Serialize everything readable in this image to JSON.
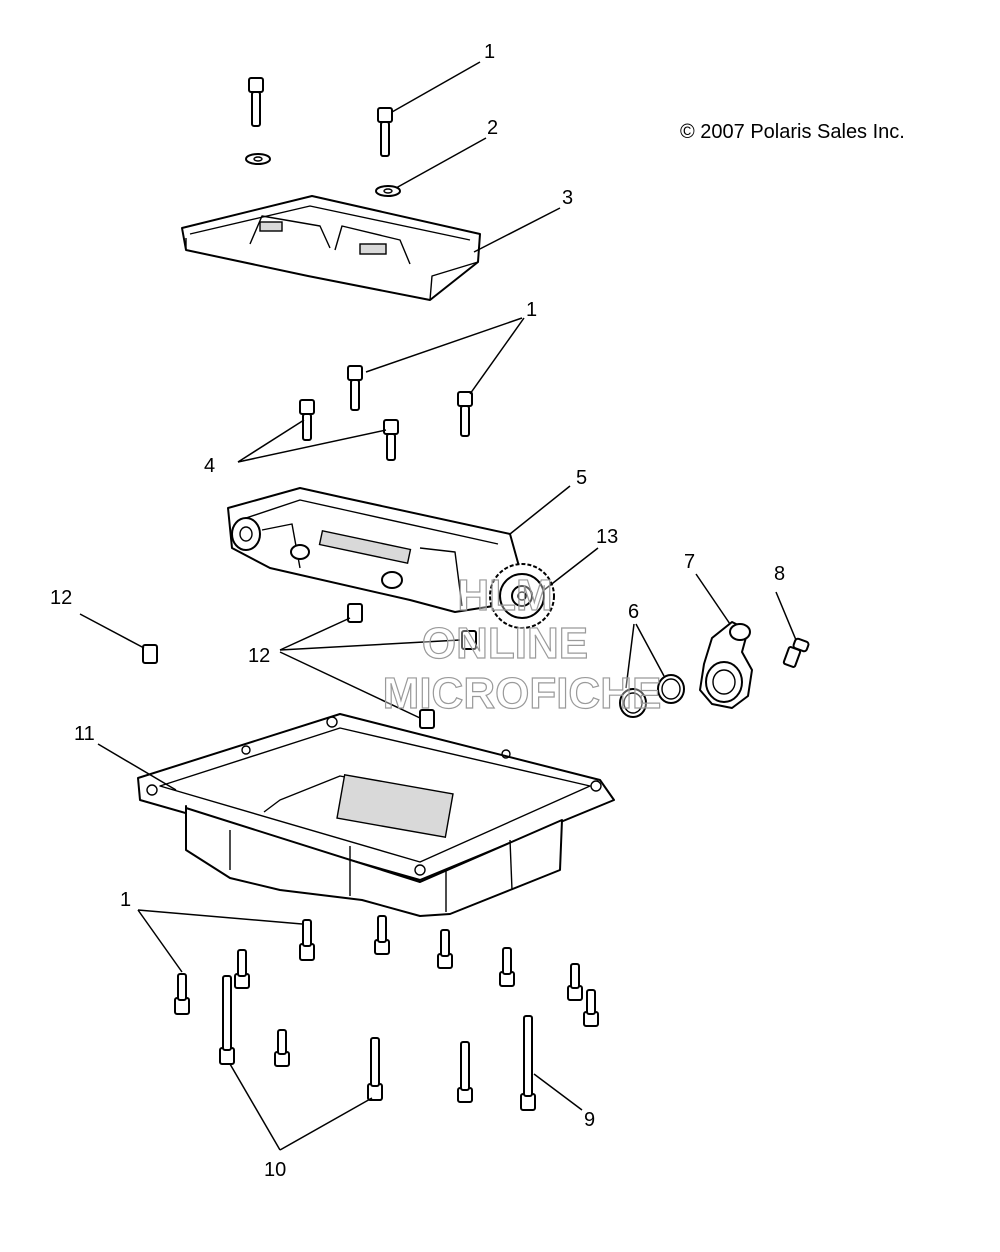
{
  "copyright": "© 2007 Polaris Sales Inc.",
  "callouts": {
    "c1_top": "1",
    "c2": "2",
    "c3": "3",
    "c1_mid": "1",
    "c4": "4",
    "c5": "5",
    "c13": "13",
    "c7": "7",
    "c8": "8",
    "c6": "6",
    "c12_left": "12",
    "c12_mid": "12",
    "c11": "11",
    "c1_bottom": "1",
    "c9": "9",
    "c10": "10"
  },
  "watermark": {
    "line1": "HLM",
    "line2": "ONLINE",
    "line3": "MICROFICHE"
  }
}
